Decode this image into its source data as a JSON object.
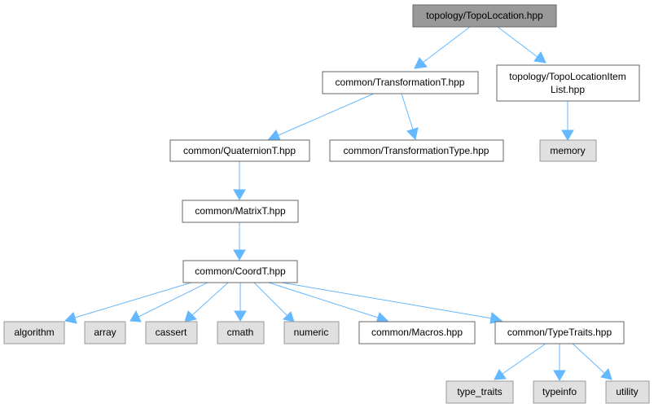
{
  "graph": {
    "colors": {
      "edge": "#63b8ff",
      "root_fill": "#999999",
      "node_border": "#666666",
      "system_fill": "#e0e0e0",
      "system_border": "#999999"
    },
    "nodes": {
      "root": {
        "label": "topology/TopoLocation.hpp"
      },
      "transformation_t": {
        "label": "common/TransformationT.hpp"
      },
      "topo_location_item_list": {
        "line1": "topology/TopoLocationItem",
        "line2": "List.hpp"
      },
      "quaternion_t": {
        "label": "common/QuaternionT.hpp"
      },
      "transformation_type": {
        "label": "common/TransformationType.hpp"
      },
      "memory": {
        "label": "memory"
      },
      "matrix_t": {
        "label": "common/MatrixT.hpp"
      },
      "coord_t": {
        "label": "common/CoordT.hpp"
      },
      "algorithm": {
        "label": "algorithm"
      },
      "array": {
        "label": "array"
      },
      "cassert": {
        "label": "cassert"
      },
      "cmath": {
        "label": "cmath"
      },
      "numeric": {
        "label": "numeric"
      },
      "macros": {
        "label": "common/Macros.hpp"
      },
      "type_traits_hpp": {
        "label": "common/TypeTraits.hpp"
      },
      "type_traits": {
        "label": "type_traits"
      },
      "typeinfo": {
        "label": "typeinfo"
      },
      "utility": {
        "label": "utility"
      }
    },
    "edges": [
      [
        "root",
        "transformation_t"
      ],
      [
        "root",
        "topo_location_item_list"
      ],
      [
        "transformation_t",
        "quaternion_t"
      ],
      [
        "transformation_t",
        "transformation_type"
      ],
      [
        "topo_location_item_list",
        "memory"
      ],
      [
        "quaternion_t",
        "matrix_t"
      ],
      [
        "matrix_t",
        "coord_t"
      ],
      [
        "coord_t",
        "algorithm"
      ],
      [
        "coord_t",
        "array"
      ],
      [
        "coord_t",
        "cassert"
      ],
      [
        "coord_t",
        "cmath"
      ],
      [
        "coord_t",
        "numeric"
      ],
      [
        "coord_t",
        "macros"
      ],
      [
        "coord_t",
        "type_traits_hpp"
      ],
      [
        "type_traits_hpp",
        "type_traits"
      ],
      [
        "type_traits_hpp",
        "typeinfo"
      ],
      [
        "type_traits_hpp",
        "utility"
      ]
    ]
  }
}
